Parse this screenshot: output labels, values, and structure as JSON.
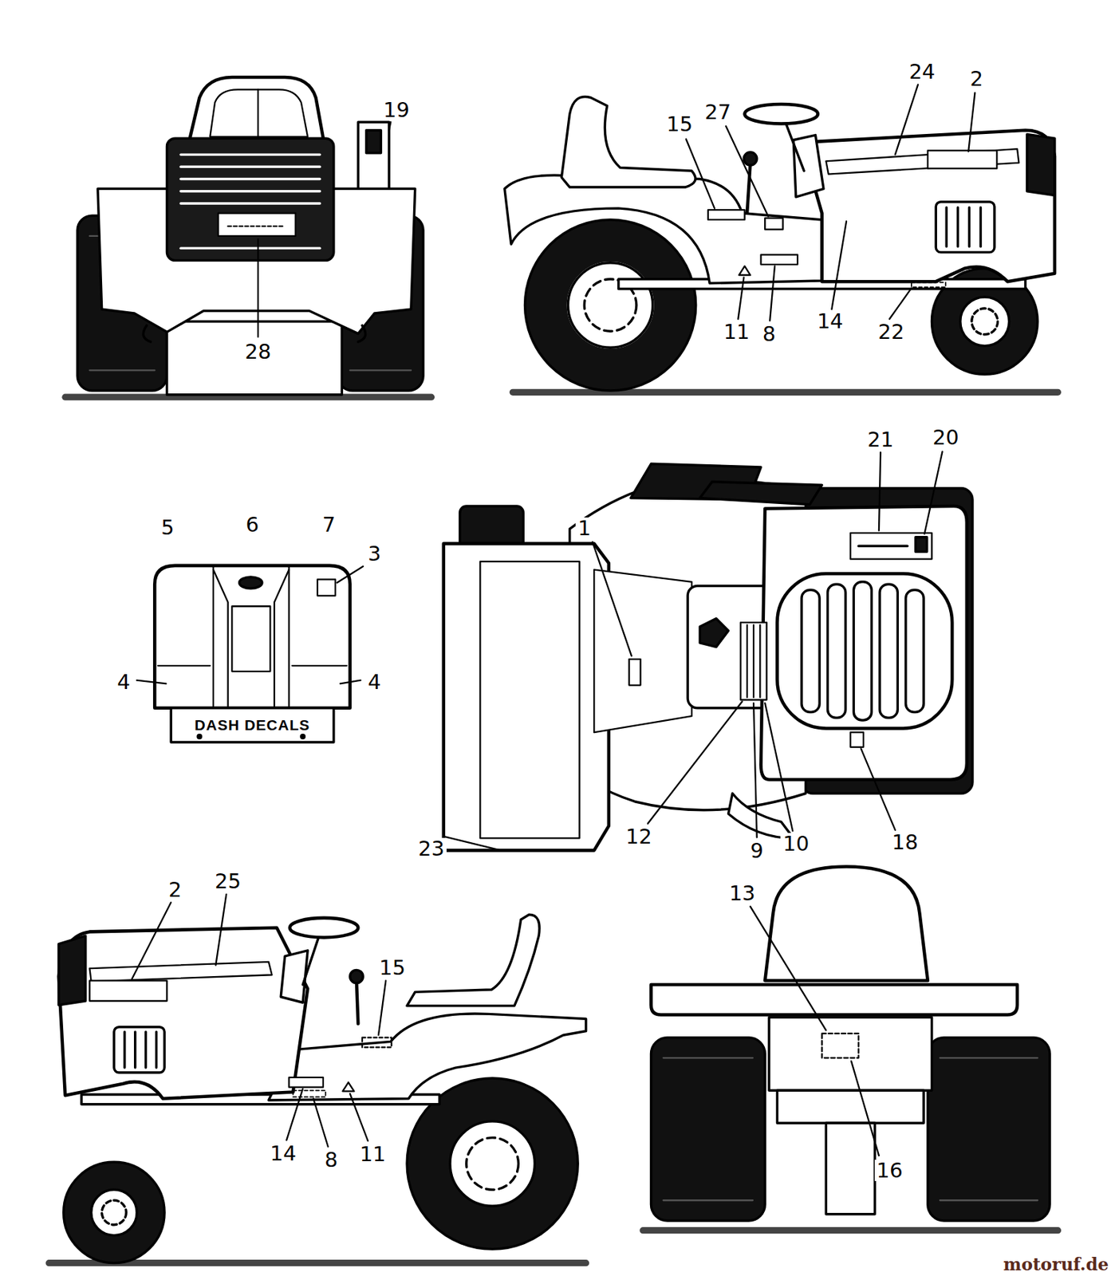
{
  "diagram": {
    "labels": [
      "19",
      "28",
      "24",
      "2",
      "27",
      "15",
      "11",
      "8",
      "14",
      "22",
      "5",
      "6",
      "7",
      "3",
      "4",
      "4",
      "DASH DECALS",
      "21",
      "20",
      "1",
      "23",
      "12",
      "9",
      "10",
      "18",
      "2",
      "25",
      "15",
      "14",
      "8",
      "11",
      "13",
      "16",
      "motoruf.de"
    ]
  }
}
